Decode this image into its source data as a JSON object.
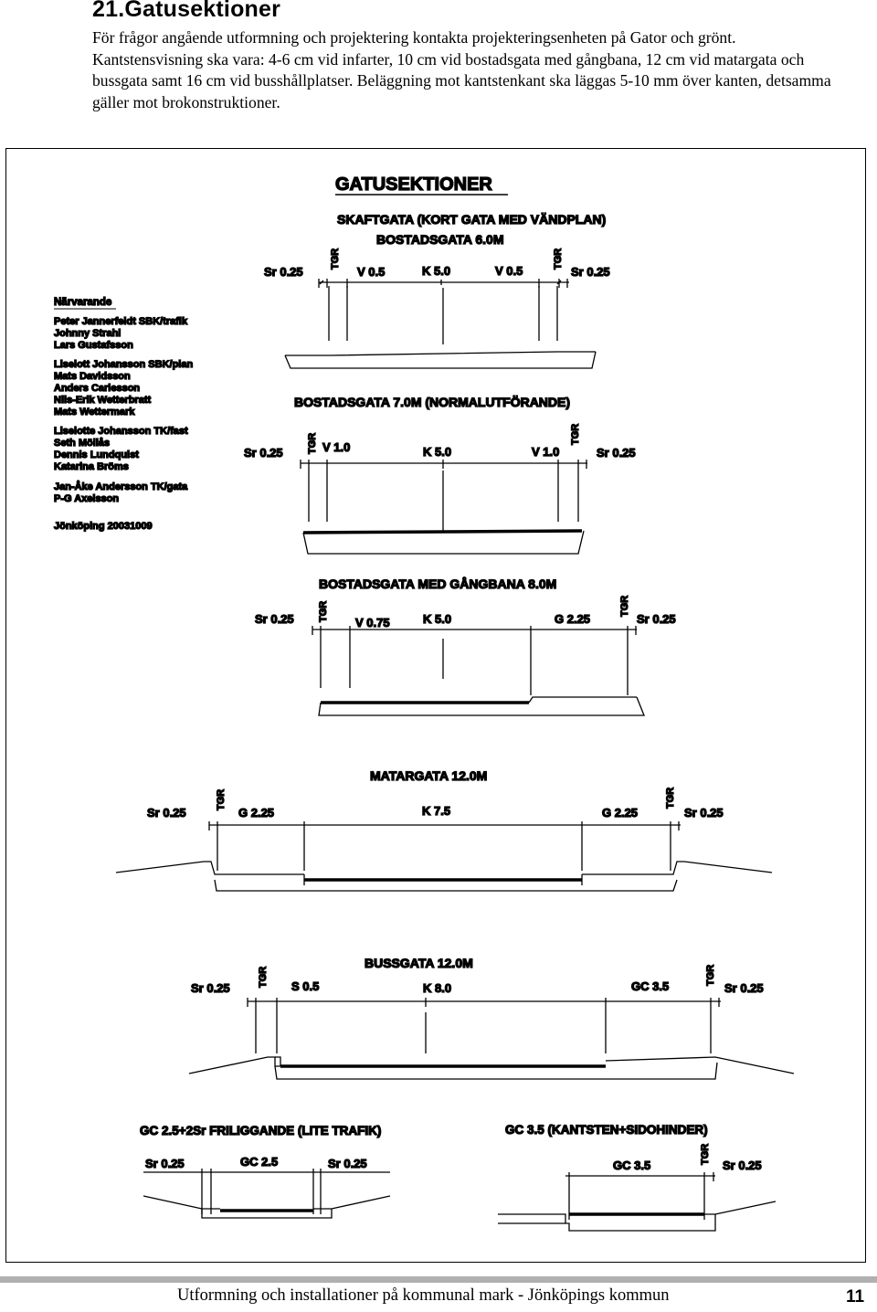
{
  "heading": "21.Gatusektioner",
  "intro": {
    "p1": "För frågor angående utformning och projektering kontakta projekteringsenheten på Gator och grönt.",
    "p2": "Kantstensvisning ska vara: 4-6 cm vid infarter, 10 cm vid bostadsgata med gångbana, 12 cm vid matargata och bussgata samt 16 cm vid busshållplatser. Beläggning mot kantstenkant ska läggas 5-10 mm över kanten, detsamma gäller mot brokonstruktioner."
  },
  "drawing": {
    "title": "GATUSEKTIONER",
    "attendees": {
      "heading": "Närvarande",
      "lines": [
        "Peter Jannerfeldt SBK/trafik",
        "Johnny Strahl",
        "Lars Gustafsson",
        "Liselott Johansson SBK/plan",
        "Mats Davidsson",
        "Anders Carlesson",
        "Nils-Erik Wetterbratt",
        "Mats Wettermark",
        "Liselotte Johansson TK/fast",
        "Seth Möllås",
        "Dennis Lundquist",
        "Katarina Bröms",
        "Jan-Åke Andersson TK/gata",
        "P-G Axelsson"
      ],
      "place_date": "Jönköping 20031009"
    },
    "sections": {
      "s1": {
        "title1": "SKAFTGATA (KORT GATA MED VÄNDPLAN)",
        "title2": "BOSTADSGATA 6.0M",
        "labels": [
          "Sr 0.25",
          "TGR",
          "V 0.5",
          "K 5.0",
          "V 0.5",
          "TGR",
          "Sr 0.25"
        ]
      },
      "s2": {
        "title": "BOSTADSGATA 7.0M (NORMALUTFÖRANDE)",
        "labels": [
          "Sr 0.25",
          "TGR",
          "V 1.0",
          "K 5.0",
          "V 1.0",
          "TGR",
          "Sr 0.25"
        ]
      },
      "s3": {
        "title": "BOSTADSGATA MED GÅNGBANA 8.0M",
        "labels": [
          "Sr 0.25",
          "TGR",
          "V 0.75",
          "K 5.0",
          "G 2.25",
          "TGR",
          "Sr 0.25"
        ]
      },
      "s4": {
        "title": "MATARGATA 12.0M",
        "labels": [
          "Sr 0.25",
          "TGR",
          "G 2.25",
          "K 7.5",
          "G 2.25",
          "TGR",
          "Sr 0.25"
        ]
      },
      "s5": {
        "title": "BUSSGATA 12.0M",
        "labels": [
          "Sr 0.25",
          "TGR",
          "S 0.5",
          "K 8.0",
          "GC 3.5",
          "TGR",
          "Sr 0.25"
        ]
      },
      "s6": {
        "title": "GC 2.5+2Sr FRILIGGANDE (LITE TRAFIK)",
        "labels": [
          "Sr 0.25",
          "GC 2.5",
          "Sr 0.25"
        ]
      },
      "s7": {
        "title": "GC 3.5 (KANTSTEN+SIDOHINDER)",
        "labels": [
          "GC 3.5",
          "TGR",
          "Sr 0.25"
        ]
      }
    }
  },
  "footer": {
    "text": "Utformning och installationer på kommunal mark - Jönköpings kommun",
    "page_number": "11"
  }
}
